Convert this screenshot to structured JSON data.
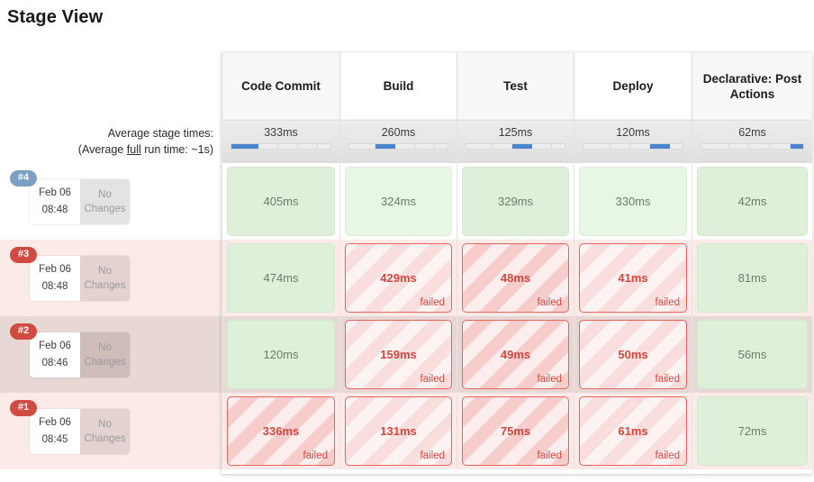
{
  "page": {
    "title": "Stage View"
  },
  "average_row": {
    "label_line1": "Average stage times:",
    "label_line2_pre": "(Average ",
    "label_line2_underline": "full",
    "label_line2_post": " run time: ~1s)",
    "accent_color": "#4a86cf"
  },
  "colors": {
    "success_bg": "#dff0da",
    "success_bg_light": "#e8f7e3",
    "failed_border": "#e8635b",
    "failed_text": "#d6453c",
    "badge_blue": "#7c9fc4",
    "badge_red": "#d24b42",
    "row_failed_bg": "#fbeae7",
    "row_failed_bg_alt": "#e8d8d5"
  },
  "stages": [
    {
      "name": "Code Commit",
      "avg_time": "333ms",
      "progress_index": 0
    },
    {
      "name": "Build",
      "avg_time": "260ms",
      "progress_index": 1
    },
    {
      "name": "Test",
      "avg_time": "125ms",
      "progress_index": 2
    },
    {
      "name": "Deploy",
      "avg_time": "120ms",
      "progress_index": 3
    },
    {
      "name": "Declarative: Post Actions",
      "avg_time": "62ms",
      "progress_index": 4
    }
  ],
  "runs": [
    {
      "build": "#4",
      "badge_color": "blue",
      "date": "Feb 06",
      "time": "08:48",
      "changes_line1": "No",
      "changes_line2": "Changes",
      "row_status": "success",
      "cells": [
        {
          "duration": "405ms",
          "status": "success",
          "fail_label": ""
        },
        {
          "duration": "324ms",
          "status": "success",
          "fail_label": ""
        },
        {
          "duration": "329ms",
          "status": "success",
          "fail_label": ""
        },
        {
          "duration": "330ms",
          "status": "success",
          "fail_label": ""
        },
        {
          "duration": "42ms",
          "status": "success",
          "fail_label": ""
        }
      ]
    },
    {
      "build": "#3",
      "badge_color": "red",
      "date": "Feb 06",
      "time": "08:48",
      "changes_line1": "No",
      "changes_line2": "Changes",
      "row_status": "failed",
      "cells": [
        {
          "duration": "474ms",
          "status": "success",
          "fail_label": ""
        },
        {
          "duration": "429ms",
          "status": "failed",
          "fail_label": "failed"
        },
        {
          "duration": "48ms",
          "status": "failed",
          "fail_label": "failed"
        },
        {
          "duration": "41ms",
          "status": "failed",
          "fail_label": "failed"
        },
        {
          "duration": "81ms",
          "status": "success",
          "fail_label": ""
        }
      ]
    },
    {
      "build": "#2",
      "badge_color": "red",
      "date": "Feb 06",
      "time": "08:46",
      "changes_line1": "No",
      "changes_line2": "Changes",
      "row_status": "failed",
      "cells": [
        {
          "duration": "120ms",
          "status": "success",
          "fail_label": ""
        },
        {
          "duration": "159ms",
          "status": "failed",
          "fail_label": "failed"
        },
        {
          "duration": "49ms",
          "status": "failed",
          "fail_label": "failed"
        },
        {
          "duration": "50ms",
          "status": "failed",
          "fail_label": "failed"
        },
        {
          "duration": "56ms",
          "status": "success",
          "fail_label": ""
        }
      ]
    },
    {
      "build": "#1",
      "badge_color": "red",
      "date": "Feb 06",
      "time": "08:45",
      "changes_line1": "No",
      "changes_line2": "Changes",
      "row_status": "failed",
      "cells": [
        {
          "duration": "336ms",
          "status": "failed",
          "fail_label": "failed"
        },
        {
          "duration": "131ms",
          "status": "failed",
          "fail_label": "failed"
        },
        {
          "duration": "75ms",
          "status": "failed",
          "fail_label": "failed"
        },
        {
          "duration": "61ms",
          "status": "failed",
          "fail_label": "failed"
        },
        {
          "duration": "72ms",
          "status": "success",
          "fail_label": ""
        }
      ]
    }
  ]
}
